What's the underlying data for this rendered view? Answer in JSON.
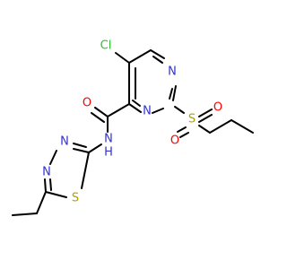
{
  "structure": {
    "labels": {
      "cl": "Cl",
      "n_ring_upper": "N",
      "n_ring_lower": "N",
      "o_amide": "O",
      "nh": "N",
      "h": "H",
      "s_sulfonyl": "S",
      "o_sulfonyl_1": "O",
      "o_sulfonyl_2": "O",
      "n_thiadiazole_1": "N",
      "n_thiadiazole_2": "N",
      "s_thiadiazole": "S"
    }
  },
  "colors": {
    "carbon": "#000000",
    "nitrogen": "#3333cc",
    "oxygen": "#ff0000",
    "sulfur": "#b2a100",
    "chlorine": "#2fc12f"
  }
}
